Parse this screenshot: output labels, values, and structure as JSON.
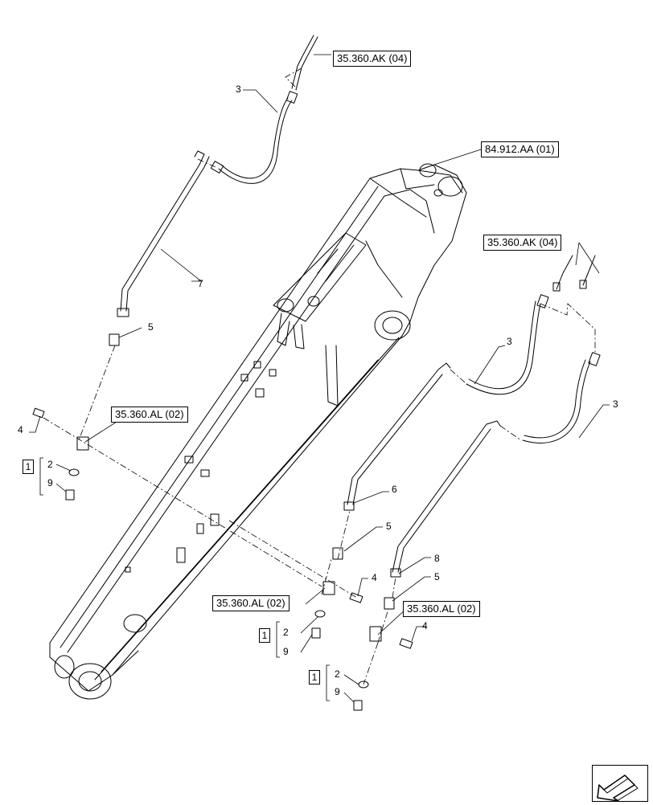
{
  "references": {
    "ak_top": "35.360.AK (04)",
    "aa_top": "84.912.AA (01)",
    "ak_right": "35.360.AK (04)",
    "al_left": "35.360.AL (02)",
    "al_mid": "35.360.AL (02)",
    "al_right": "35.360.AL (02)"
  },
  "callouts": {
    "c3_top": "3",
    "c7": "7",
    "c5_left": "5",
    "c4_left": "4",
    "c2_left": "2",
    "c9_left": "9",
    "c3_right_a": "3",
    "c3_right_b": "3",
    "c6": "6",
    "c5_mid": "5",
    "c4_mid": "4",
    "c2_mid": "2",
    "c9_mid": "9",
    "c8": "8",
    "c5_right": "5",
    "c4_right": "4",
    "c2_right": "2",
    "c9_right": "9"
  },
  "kits": {
    "left": "1",
    "mid": "1",
    "right": "1"
  },
  "nav": {
    "icon": "arrow-icon",
    "colors": {
      "line": "#000000",
      "background": "#ffffff"
    }
  }
}
